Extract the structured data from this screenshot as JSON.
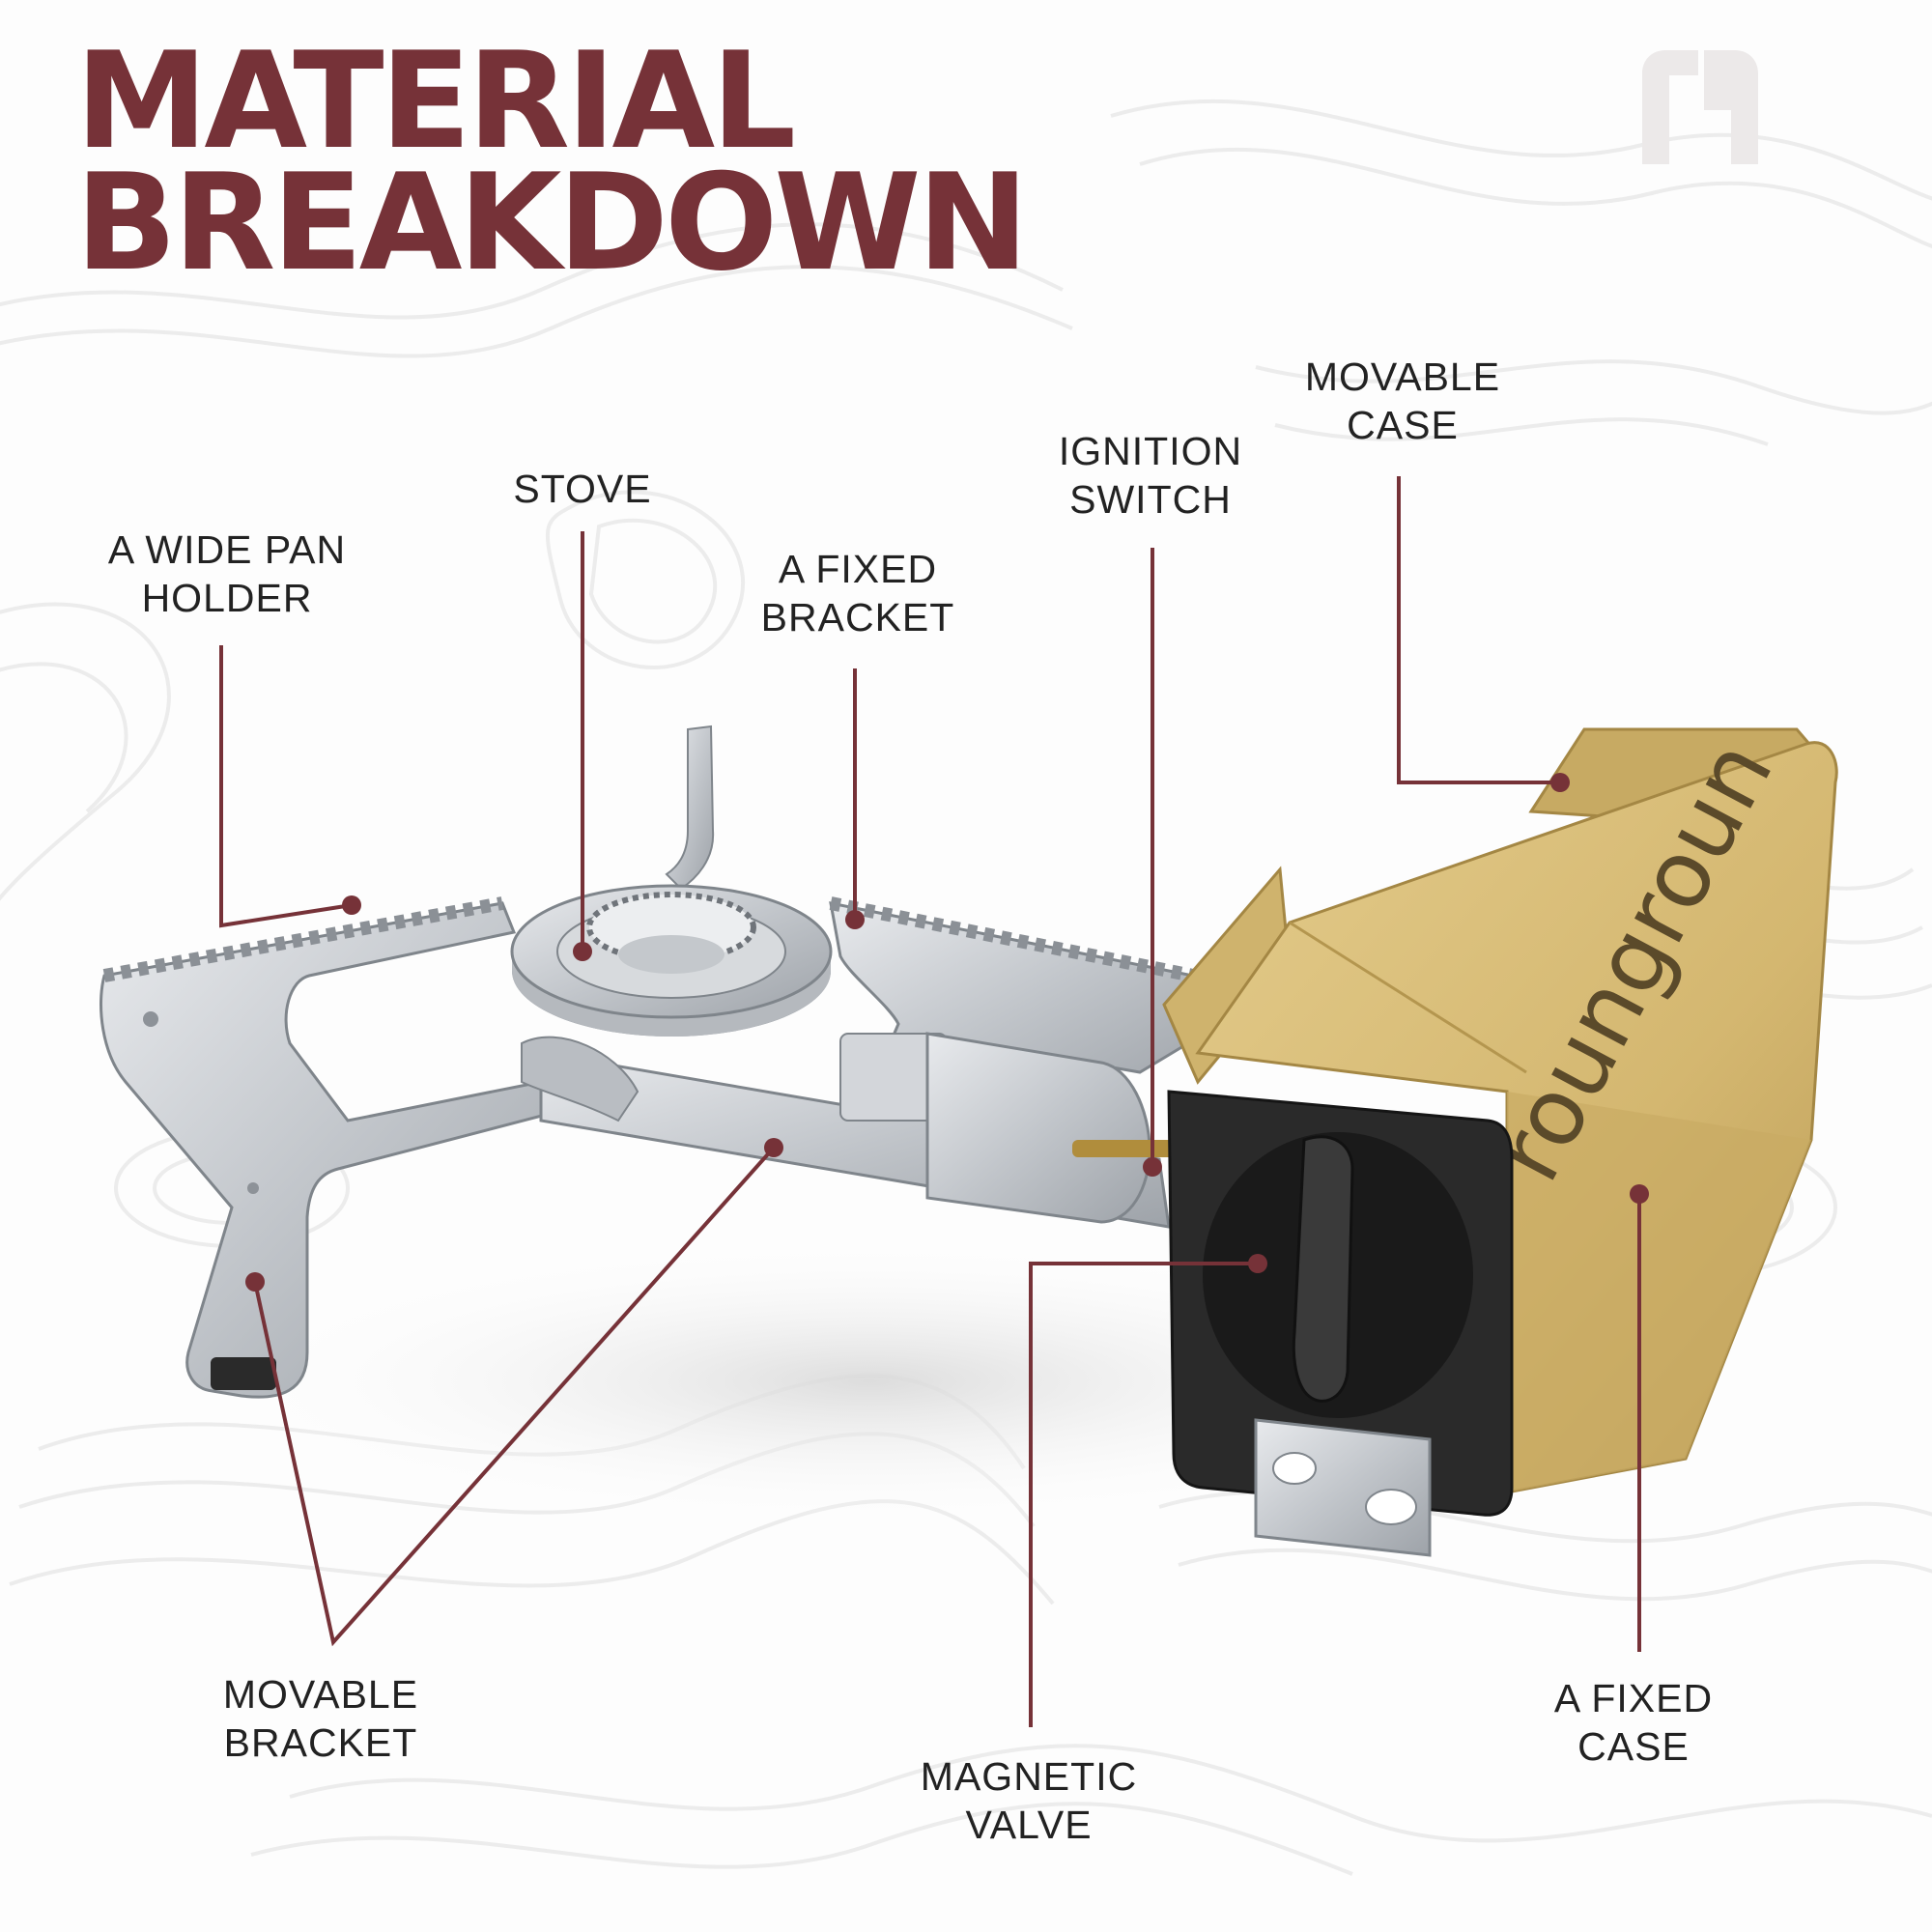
{
  "title": {
    "line1": "MATERIAL",
    "line2": "BREAKDOWN"
  },
  "labels": {
    "wide_pan_holder": [
      "A WIDE PAN",
      "HOLDER"
    ],
    "stove": [
      "STOVE"
    ],
    "fixed_bracket": [
      "A FIXED",
      "BRACKET"
    ],
    "ignition_switch": [
      "IGNITION",
      "SWITCH"
    ],
    "movable_case": [
      "MOVABLE",
      "CASE"
    ],
    "movable_bracket": [
      "MOVABLE",
      "BRACKET"
    ],
    "magnetic_valve": [
      "MAGNETIC",
      "VALVE"
    ],
    "fixed_case": [
      "A FIXED",
      "CASE"
    ]
  },
  "product_brand": "roungroun",
  "colors": {
    "accent": "#763238",
    "label_text": "#222222",
    "case": "#d8bd78",
    "case_shadow": "#b99a55",
    "steel": "#c9ccd0",
    "knob": "#1e1e1e",
    "topo_lines": "#ececec",
    "logo": "#ece9e9"
  },
  "icons": [
    "brand-logo-icon"
  ]
}
